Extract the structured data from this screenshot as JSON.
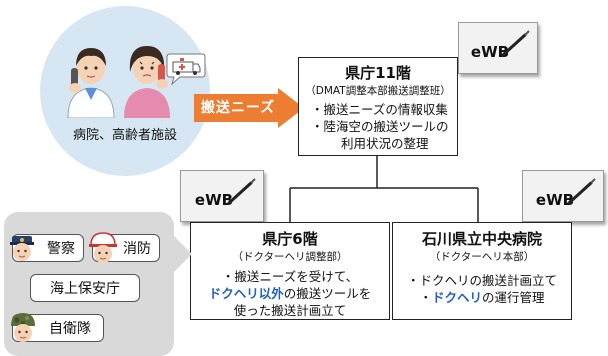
{
  "requesters": {
    "label": "病院、高齢者施設"
  },
  "arrow": {
    "label": "搬送ニーズ"
  },
  "ewb": {
    "label": "eWB"
  },
  "nodes": {
    "hq": {
      "title": "県庁11階",
      "subtitle": "（DMAT調整本部搬送調整班）",
      "lines": [
        "・搬送ニーズの情報収集",
        "・陸海空の搬送ツールの",
        "利用状況の整理"
      ]
    },
    "heli_hq": {
      "title": "県庁6階",
      "subtitle": "（ドクターヘリ調整部）",
      "line1": "・搬送ニーズを受けて、",
      "line2_hl": "ドクヘリ以外",
      "line2_rest": "の搬送ツールを",
      "line3": "使った搬送計画立て"
    },
    "hospital": {
      "title": "石川県立中央病院",
      "subtitle": "（ドクターヘリ本部）",
      "line1": "・ドクヘリの搬送計画立て",
      "line2_pre": "・",
      "line2_hl": "ドクヘリ",
      "line2_rest": "の運行管理"
    }
  },
  "agencies": {
    "police": "警察",
    "fire": "消防",
    "coast_guard": "海上保安庁",
    "sdf": "自衛隊"
  }
}
